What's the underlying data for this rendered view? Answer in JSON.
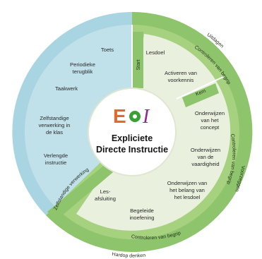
{
  "colors": {
    "blue_outer": "#a9d5e3",
    "blue_inner": "#d4eaf1",
    "green_outer": "#8ec46c",
    "green_mid": "#a6d17f",
    "green_inner": "#e9f0dd",
    "green_accent": "#7fbf4d",
    "logo_orange": "#e2682c",
    "logo_green": "#3aa035",
    "logo_purple": "#8b2c86"
  },
  "center": {
    "logo_text": "EDI",
    "title_line1": "Expliciete",
    "title_line2": "Directe Instructie"
  },
  "left_steps": [
    "Toets",
    "Periodieke",
    "terugblik",
    "Taakwerk",
    "Zelfstandige",
    "verwerking in",
    "de klas",
    "Verlengde",
    "instructie"
  ],
  "start_section": {
    "label": "Start",
    "items": [
      "Lesdoel",
      "Activeren van",
      "voorkennis"
    ]
  },
  "kern_section": {
    "label": "Kern",
    "items": [
      "Onderwijzen",
      "van het",
      "concept",
      "Onderwijzen",
      "van de",
      "vaardigheid",
      "Onderwijzen van",
      "het belang van",
      "het lesdoel"
    ]
  },
  "bottom_items": [
    "Les-",
    "afsluiting",
    "Begeleide",
    "inoefening"
  ],
  "ring_labels": {
    "uitdagen": "Uitdagen",
    "controleren_top": "Controleren van begrip",
    "controleren_right": "Controleren van begrip",
    "voorzeggen": "Voorzeggen",
    "controleren_bottom": "Controleren van begrip",
    "hardop_denken": "Hardop denken",
    "zelfstandige_verwerking": "Zelfstandige verwerking"
  }
}
